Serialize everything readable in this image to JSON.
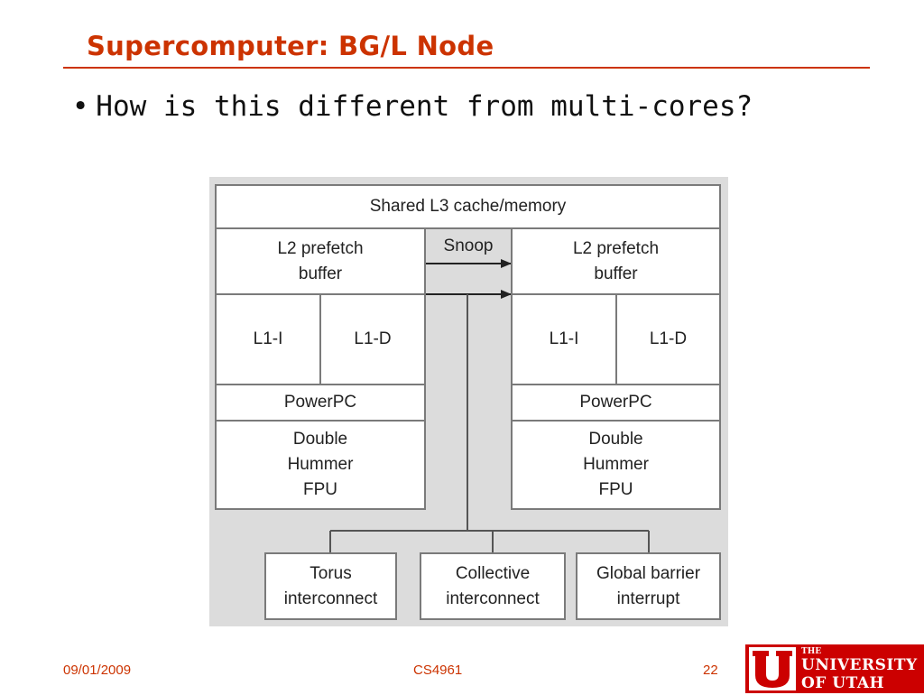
{
  "slide": {
    "title": "Supercomputer: BG/L Node",
    "bullet_marker": "•",
    "bullet": "How is this different from multi-cores?"
  },
  "diagram": {
    "shared_l3": "Shared L3 cache/memory",
    "snoop": "Snoop",
    "left_core": {
      "l2_line1": "L2 prefetch",
      "l2_line2": "buffer",
      "l1i": "L1-I",
      "l1d": "L1-D",
      "cpu": "PowerPC",
      "fpu_line1": "Double",
      "fpu_line2": "Hummer",
      "fpu_line3": "FPU"
    },
    "right_core": {
      "l2_line1": "L2 prefetch",
      "l2_line2": "buffer",
      "l1i": "L1-I",
      "l1d": "L1-D",
      "cpu": "PowerPC",
      "fpu_line1": "Double",
      "fpu_line2": "Hummer",
      "fpu_line3": "FPU"
    },
    "torus_line1": "Torus",
    "torus_line2": "interconnect",
    "collective_line1": "Collective",
    "collective_line2": "interconnect",
    "barrier_line1": "Global barrier",
    "barrier_line2": "interrupt"
  },
  "footer": {
    "date": "09/01/2009",
    "course": "CS4961",
    "page": "22"
  },
  "logo": {
    "line1": "THE",
    "line2": "UNIVERSITY",
    "line3": "OF UTAH"
  },
  "colors": {
    "accent": "#cc3300",
    "logo_red": "#cc0000",
    "panel_gray": "#dcdcdc",
    "box_border": "#7a7a7a"
  }
}
